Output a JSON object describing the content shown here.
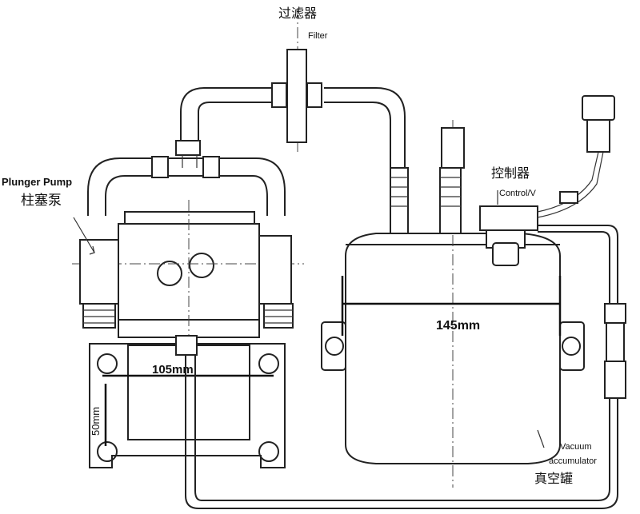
{
  "labels": {
    "filter_cn": "过滤器",
    "filter_en": "Filter",
    "pump_en": "Plunger Pump",
    "pump_cn": "柱塞泵",
    "controller_cn": "控制器",
    "controller_en": "Control/V",
    "vacuum_en_1": "Vacuum",
    "vacuum_en_2": "accumulator",
    "vacuum_cn": "真空罐"
  },
  "dimensions": {
    "tank_width": "145mm",
    "pump_width": "105mm",
    "pump_height": "50mm"
  }
}
